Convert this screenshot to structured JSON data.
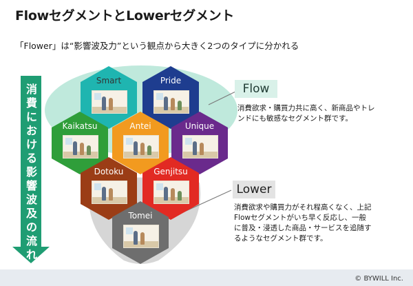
{
  "header": {
    "title": "FlowセグメントとLowerセグメント",
    "subtitle": "「Flower」は“影響波及力”という観点から大きく2つのタイプに分かれる"
  },
  "arrow": {
    "label": "消費における影響波及の流れ",
    "color": "#1f9d73"
  },
  "segments": [
    {
      "name": "Smart",
      "color": "#1fb5b0",
      "text_color": "dark"
    },
    {
      "name": "Pride",
      "color": "#1e3d8f",
      "text_color": "light"
    },
    {
      "name": "Kaikatsu",
      "color": "#2f9e3a",
      "text_color": "light"
    },
    {
      "name": "Antei",
      "color": "#f29a1f",
      "text_color": "light"
    },
    {
      "name": "Unique",
      "color": "#6a2a8c",
      "text_color": "light"
    },
    {
      "name": "Dotoku",
      "color": "#9b3d16",
      "text_color": "light"
    },
    {
      "name": "Genjitsu",
      "color": "#e22a23",
      "text_color": "light"
    },
    {
      "name": "Tomei",
      "color": "#6e6e6e",
      "text_color": "light"
    }
  ],
  "flow": {
    "tag": "Flow",
    "description": "消費欲求・購買力共に高く、新商品やトレ\nンドにも敏感なセグメント群です。",
    "color": "#bfe9dc"
  },
  "lower": {
    "tag": "Lower",
    "description": "消費欲求や購買力がそれ程高くなく、上記\nFlowセグメントがいち早く反応し、一般\nに普及・浸透した商品・サービスを追随す\nるようなセグメント群です。",
    "color": "#d6d6d6"
  },
  "footer": {
    "copyright": "© BYWILL Inc."
  }
}
